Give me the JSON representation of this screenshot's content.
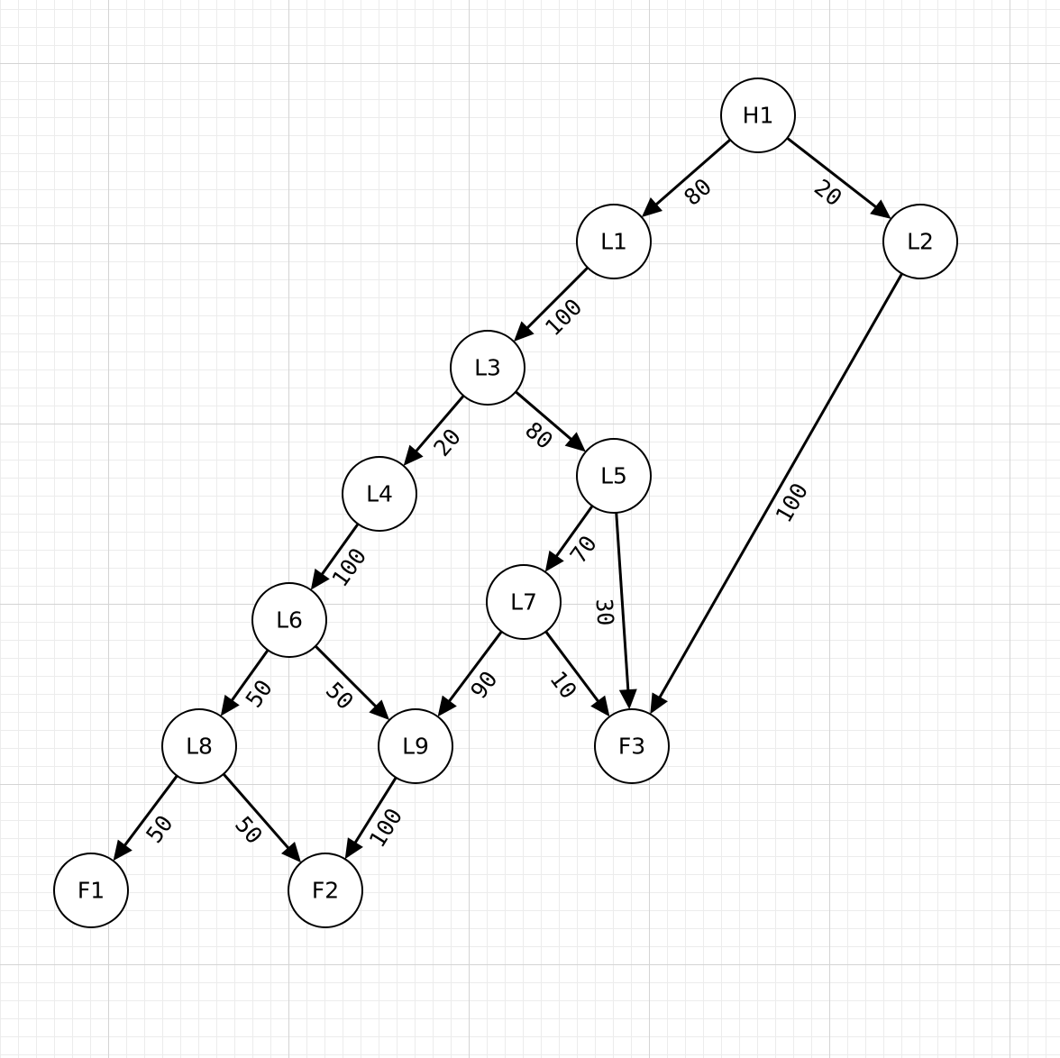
{
  "nodes": [
    {
      "id": "H1",
      "label": "H1"
    },
    {
      "id": "L1",
      "label": "L1"
    },
    {
      "id": "L2",
      "label": "L2"
    },
    {
      "id": "L3",
      "label": "L3"
    },
    {
      "id": "L4",
      "label": "L4"
    },
    {
      "id": "L5",
      "label": "L5"
    },
    {
      "id": "L6",
      "label": "L6"
    },
    {
      "id": "L7",
      "label": "L7"
    },
    {
      "id": "L8",
      "label": "L8"
    },
    {
      "id": "L9",
      "label": "L9"
    },
    {
      "id": "F1",
      "label": "F1"
    },
    {
      "id": "F2",
      "label": "F2"
    },
    {
      "id": "F3",
      "label": "F3"
    }
  ],
  "edges": [
    {
      "from": "H1",
      "to": "L1",
      "weight": "80"
    },
    {
      "from": "H1",
      "to": "L2",
      "weight": "20"
    },
    {
      "from": "L1",
      "to": "L3",
      "weight": "100"
    },
    {
      "from": "L2",
      "to": "F3",
      "weight": "100"
    },
    {
      "from": "L3",
      "to": "L4",
      "weight": "20"
    },
    {
      "from": "L3",
      "to": "L5",
      "weight": "80"
    },
    {
      "from": "L4",
      "to": "L6",
      "weight": "100"
    },
    {
      "from": "L5",
      "to": "L7",
      "weight": "70"
    },
    {
      "from": "L5",
      "to": "F3",
      "weight": "30"
    },
    {
      "from": "L6",
      "to": "L8",
      "weight": "50"
    },
    {
      "from": "L6",
      "to": "L9",
      "weight": "50"
    },
    {
      "from": "L7",
      "to": "L9",
      "weight": "90"
    },
    {
      "from": "L7",
      "to": "F3",
      "weight": "10"
    },
    {
      "from": "L8",
      "to": "F1",
      "weight": "50"
    },
    {
      "from": "L8",
      "to": "F2",
      "weight": "50"
    },
    {
      "from": "L9",
      "to": "F2",
      "weight": "100"
    }
  ]
}
